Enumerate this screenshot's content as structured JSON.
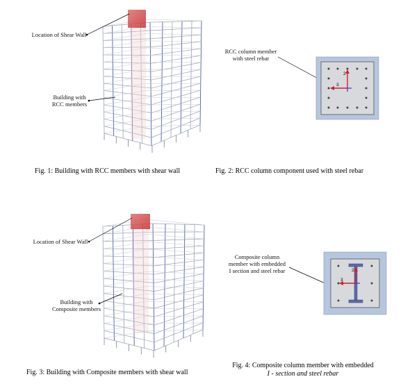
{
  "fig1": {
    "label_shear_wall": "Location of Shear Wall",
    "label_building_line1": "Building with",
    "label_building_line2": "RCC members",
    "caption": "Fig. 1: Building with RCC members with shear wall"
  },
  "fig2": {
    "label_line1": "RCC column member",
    "label_line2": "with steel rebar",
    "axis_2": "2",
    "axis_3": "3",
    "caption": "Fig. 2: RCC column component used with steel rebar"
  },
  "fig3": {
    "label_shear_wall": "Location of Shear Wall",
    "label_building_line1": "Building with",
    "label_building_line2": "Composite members",
    "caption": "Fig. 3: Building with Composite members with shear wall"
  },
  "fig4": {
    "label_line1": "Composite column",
    "label_line2": "member with embedded",
    "label_line3": "I section and steel rebar",
    "axis_2": "2",
    "axis_3": "3",
    "caption_line1": "Fig. 4: Composite column member with embedded",
    "caption_line2": "I - section and steel rebar"
  },
  "colors": {
    "shear_wall": "#d9383a",
    "frame": "#9aa3b5",
    "column": "#3a4aa0",
    "section_bg": "#b6c6de",
    "section_fill": "#d7d9dd",
    "axis_red": "#d0202a",
    "axis_blue": "#2a3bd0"
  }
}
